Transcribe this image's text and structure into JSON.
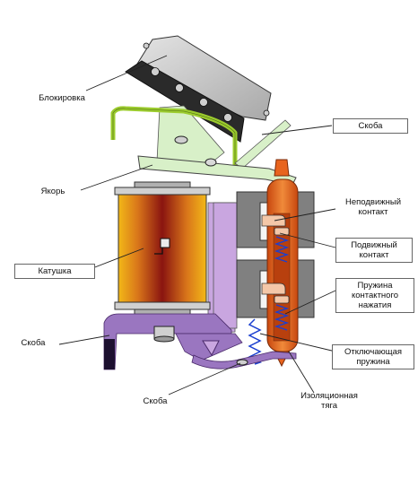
{
  "labels": {
    "blokirovka": "Блокировка",
    "skoba_top": "Скоба",
    "yakor": "Якорь",
    "nepodvizhny": "Неподвижный\nконтакт",
    "podvizhny": "Подвижный\nконтакт",
    "katushka": "Катушка",
    "pruzhina_kont": "Пружина\nконтактного\nнажатия",
    "skoba_left": "Скоба",
    "otkl_pruzhina": "Отключающая\nпружина",
    "skoba_bottom": "Скоба",
    "izol_tyaga": "Изоляционная\nтяга"
  },
  "colors": {
    "coil_dark": "#8a1410",
    "coil_light": "#f2b818",
    "bracket_green": "#9ccc2e",
    "pale_green": "#d8f0c8",
    "lavender": "#c9a6e0",
    "purple": "#9a76c0",
    "core_gray": "#808080",
    "rod_orange": "#e8641e",
    "spring_blue": "#1b3fd0"
  }
}
